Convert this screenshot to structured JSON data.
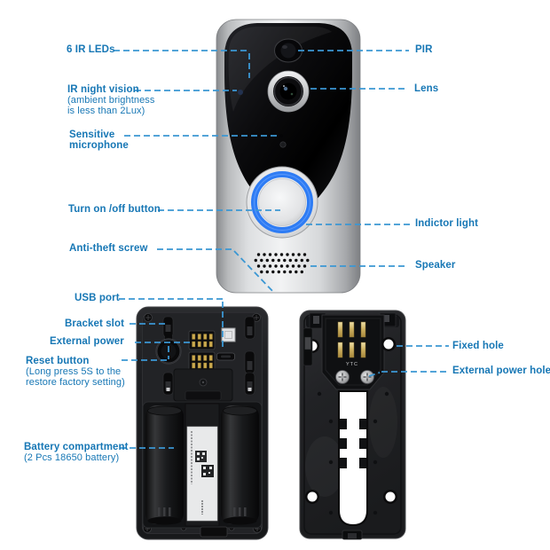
{
  "page": {
    "background": "#ffffff"
  },
  "colors": {
    "label_text": "#1777b5",
    "callout_line": "#3b97d3",
    "button_led_ring": "#2e7cf4",
    "gold_contacts": "#caa94e"
  },
  "annotations": {
    "left": {
      "ir_leds": {
        "title": "6 IR LEDs"
      },
      "ir_night_vision": {
        "title": "IR night vision",
        "sub1": "(ambient brightness",
        "sub2": "is less than 2Lux)"
      },
      "microphone": {
        "title1": "Sensitive",
        "title2": "microphone"
      },
      "power_button": {
        "title": "Turn on /off button"
      },
      "anti_theft_screw": {
        "title": "Anti-theft screw"
      },
      "usb_port": {
        "title": "USB port"
      },
      "bracket_slot": {
        "title": "Bracket slot"
      },
      "external_power": {
        "title": "External power"
      },
      "reset_button": {
        "title": "Reset button",
        "sub1": "(Long press 5S to the",
        "sub2": "restore factory setting)"
      },
      "battery_compartment": {
        "title": "Battery compartment",
        "sub1": "(2 Pcs 18650 battery)"
      }
    },
    "right": {
      "pir": {
        "title": "PIR"
      },
      "lens": {
        "title": "Lens"
      },
      "indicator_light": {
        "title": "Indictor light"
      },
      "speaker": {
        "title": "Speaker"
      },
      "fixed_hole": {
        "title": "Fixed hole"
      },
      "external_power_hole": {
        "title": "External power hole"
      }
    }
  },
  "markings": {
    "bracket_chip_label": "YTC"
  }
}
